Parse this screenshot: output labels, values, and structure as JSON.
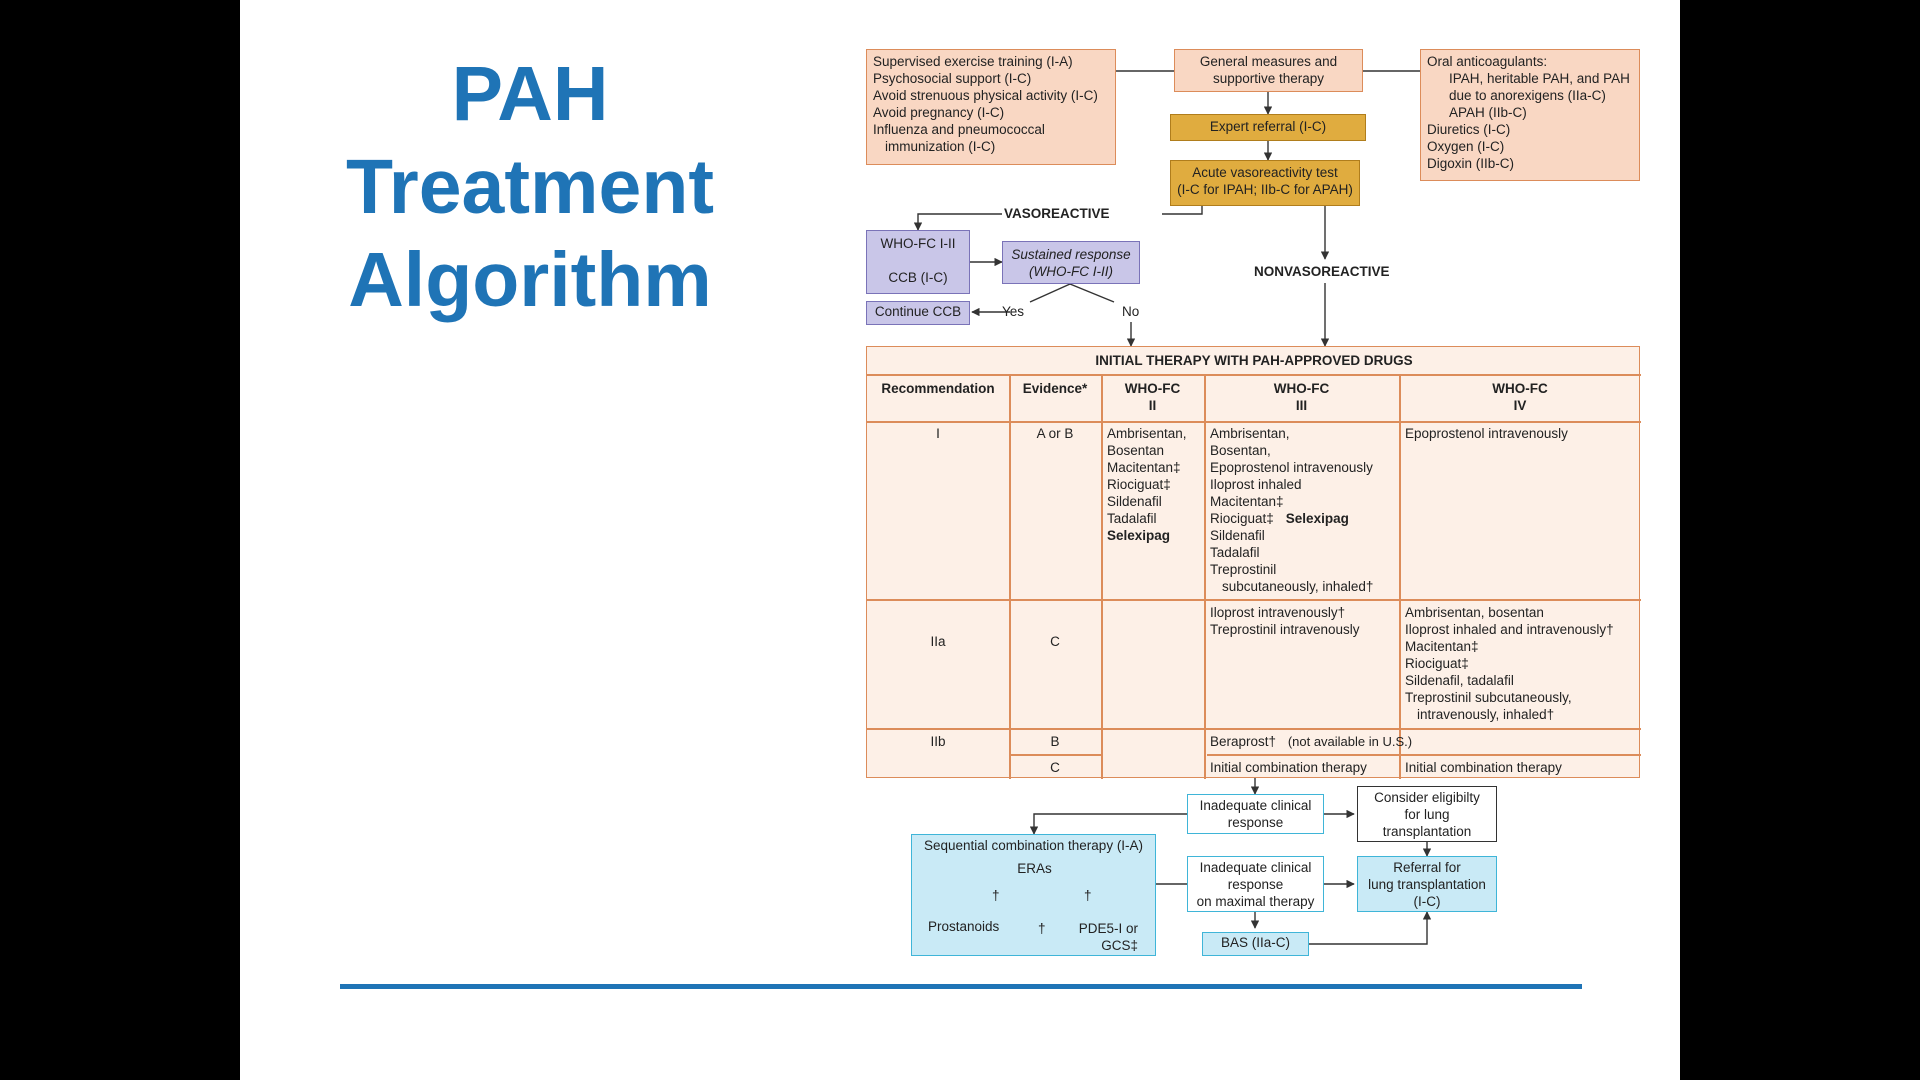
{
  "title": {
    "line1": "PAH",
    "line2": "Treatment",
    "line3": "Algorithm"
  },
  "general_left": [
    "Supervised exercise training (I-A)",
    "Psychosocial support (I-C)",
    "Avoid strenuous physical activity (I-C)",
    "Avoid pregnancy (I-C)",
    "Influenza and pneumococcal",
    "immunization (I-C)"
  ],
  "general_center": [
    "General measures and",
    "supportive therapy"
  ],
  "general_right": [
    "Oral anticoagulants:",
    "IPAH, heritable PAH, and PAH",
    "due to anorexigens (IIa-C)",
    "APAH (IIb-C)",
    "Diuretics (I-C)",
    "Oxygen (I-C)",
    "Digoxin  (IIb-C)"
  ],
  "expert_referral": "Expert referral (I-C)",
  "vaso_test": [
    "Acute vasoreactivity test",
    "(I-C for IPAH; IIb-C for APAH)"
  ],
  "vasoreactive": "VASOREACTIVE",
  "nonvasoreactive": "NONVASOREACTIVE",
  "whofc_ccb": {
    "line1": "WHO-FC I-II",
    "line2": "CCB (I-C)"
  },
  "sustained": [
    "Sustained response",
    "(WHO-FC I-II)"
  ],
  "continue_ccb": "Continue CCB",
  "yes": "Yes",
  "no": "No",
  "table": {
    "title": "INITIAL THERAPY WITH PAH-APPROVED DRUGS",
    "headers": {
      "recommendation": "Recommendation",
      "evidence": "Evidence*",
      "fc2": [
        "WHO-FC",
        "II"
      ],
      "fc3": [
        "WHO-FC",
        "III"
      ],
      "fc4": [
        "WHO-FC",
        "IV"
      ]
    },
    "row1": {
      "rec": "I",
      "ev": "A or B",
      "fc2": [
        "Ambrisentan,",
        "Bosentan",
        "Macitentan‡",
        "Riociguat‡",
        "Sildenafil",
        "Tadalafil"
      ],
      "fc2_bold": "Selexipag",
      "fc3": [
        "Ambrisentan,",
        "Bosentan,",
        "Epoprostenol intravenously",
        "Iloprost inhaled",
        "Macitentan‡"
      ],
      "fc3_rio": "Riociguat‡",
      "fc3_bold": "Selexipag",
      "fc3_rest": [
        "Sildenafil",
        "Tadalafil",
        "Treprostinil",
        "subcutaneously, inhaled†"
      ],
      "fc4": "Epoprostenol intravenously"
    },
    "row2": {
      "rec": "IIa",
      "ev": "C",
      "fc3": [
        "Iloprost intravenously†",
        "Treprostinil intravenously"
      ],
      "fc4": [
        "Ambrisentan, bosentan",
        "Iloprost inhaled and intravenously†",
        "Macitentan‡",
        "Riociguat‡",
        "Sildenafil, tadalafil",
        "Treprostinil subcutaneously,",
        "intravenously, inhaled†"
      ]
    },
    "row3": {
      "rec": "IIb",
      "ev_b": "B",
      "ev_c": "C",
      "beraprost": "Beraprost†",
      "not_available": "(not available in U.S.)",
      "combo3": "Initial combination therapy",
      "combo4": "Initial combination therapy"
    }
  },
  "inadequate1": [
    "Inadequate clinical",
    "response"
  ],
  "consider": [
    "Consider eligibilty",
    "for lung",
    "transplantation"
  ],
  "sequential": "Sequential combination therapy (I-A)",
  "eras": "ERAs",
  "prostanoids": "Prostanoids",
  "pde5": [
    "PDE5-I or",
    "GCS‡"
  ],
  "dagger": "†",
  "inadequate2": [
    "Inadequate clinical",
    "response",
    "on maximal therapy"
  ],
  "referral": [
    "Referral for",
    "lung transplantation",
    "(I-C)"
  ],
  "bas": "BAS (IIa-C)",
  "colors": {
    "title": "#1f74b6",
    "peach": "#f9d7c3",
    "gold": "#e0ac3f",
    "lavender": "#c9c6e8",
    "cyan": "#c9eaf6"
  }
}
